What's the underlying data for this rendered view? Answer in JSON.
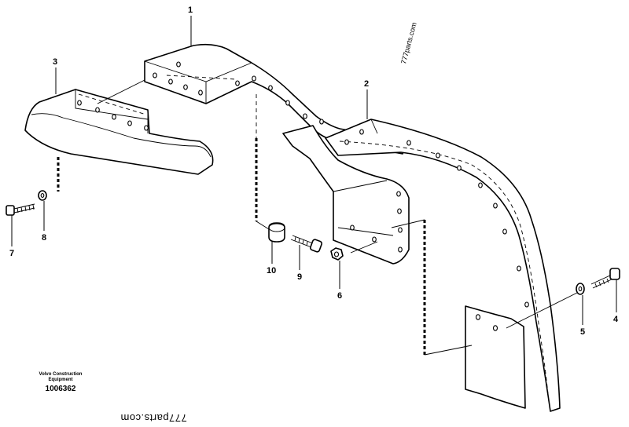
{
  "diagram": {
    "callouts": {
      "p1": "1",
      "p2": "2",
      "p3": "3",
      "p4": "4",
      "p5": "5",
      "p6": "6",
      "p7": "7",
      "p8": "8",
      "p9": "9",
      "p10": "10"
    },
    "company": "Volvo Construction\nEquipment",
    "drawing_number": "1006362",
    "watermark_right": "777parts.com",
    "watermark_bottom": "777parts.com"
  }
}
